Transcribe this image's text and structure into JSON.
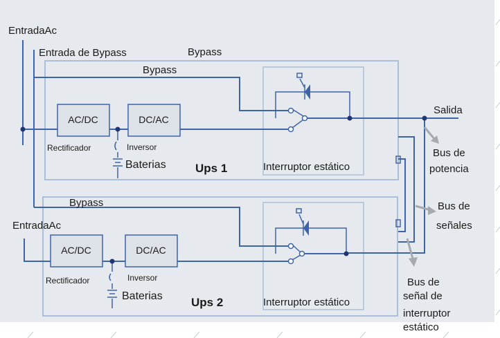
{
  "colors": {
    "background": "#e6eaef",
    "panel_border": "#a9bfd9",
    "wire": "#3f63a8",
    "junction": "#22356f",
    "bus_arrow": "#a6aaae",
    "text": "#1a1a1a"
  },
  "labels": {
    "entrada_ac_top": "EntradaAc",
    "entrada_bypass": "Entrada de Bypass",
    "bypass_top": "Bypass",
    "salida": "Salida",
    "bus_potencia_1": "Bus de",
    "bus_potencia_2": "potencia",
    "bus_senales_1": "Bus de",
    "bus_senales_2": "señales",
    "bus_interruptor_1": "Bus de",
    "bus_interruptor_2": "señal de",
    "bus_interruptor_3": "interruptor",
    "bus_interruptor_4": "estático"
  },
  "ups1": {
    "name": "Ups 1",
    "bypass": "Bypass",
    "rectifier_block": "AC/DC",
    "rectifier_name": "Rectificador",
    "inverter_block": "DC/AC",
    "inverter_name": "Inversor",
    "battery": "Baterias",
    "static_switch": "Interruptor estático"
  },
  "ups2": {
    "name": "Ups 2",
    "bypass": "Bypass",
    "input": "EntradaAc",
    "rectifier_block": "AC/DC",
    "rectifier_name": "Rectificador",
    "inverter_block": "DC/AC",
    "inverter_name": "Inversor",
    "battery": "Baterias",
    "static_switch": "Interruptor estático"
  }
}
